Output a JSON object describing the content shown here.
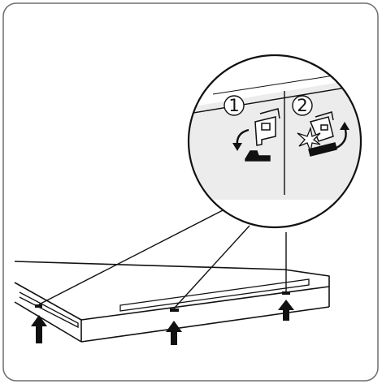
{
  "figure": {
    "callout": {
      "steps": [
        {
          "number": "1",
          "action": "unlatch",
          "icon": "latch-release-icon"
        },
        {
          "number": "2",
          "action": "clip",
          "icon": "latch-clip-icon"
        }
      ]
    },
    "clip_points": [
      {
        "name": "left-clip",
        "icon": "up-arrow-icon"
      },
      {
        "name": "middle-clip",
        "icon": "up-arrow-icon"
      },
      {
        "name": "right-clip",
        "icon": "up-arrow-icon"
      }
    ],
    "colors": {
      "line": "#111111",
      "panel": "#ececec",
      "background": "#ffffff"
    }
  }
}
